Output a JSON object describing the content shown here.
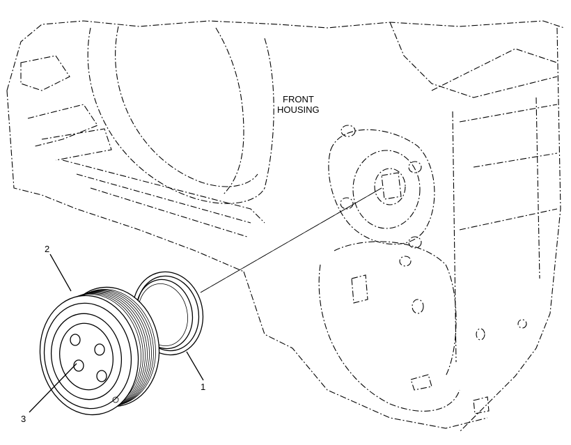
{
  "labels": {
    "front_housing_line1": "FRONT",
    "front_housing_line2": "HOUSING",
    "callout_1": "1",
    "callout_2": "2",
    "callout_3": "3"
  },
  "colors": {
    "line": "#000000",
    "background": "#ffffff"
  }
}
